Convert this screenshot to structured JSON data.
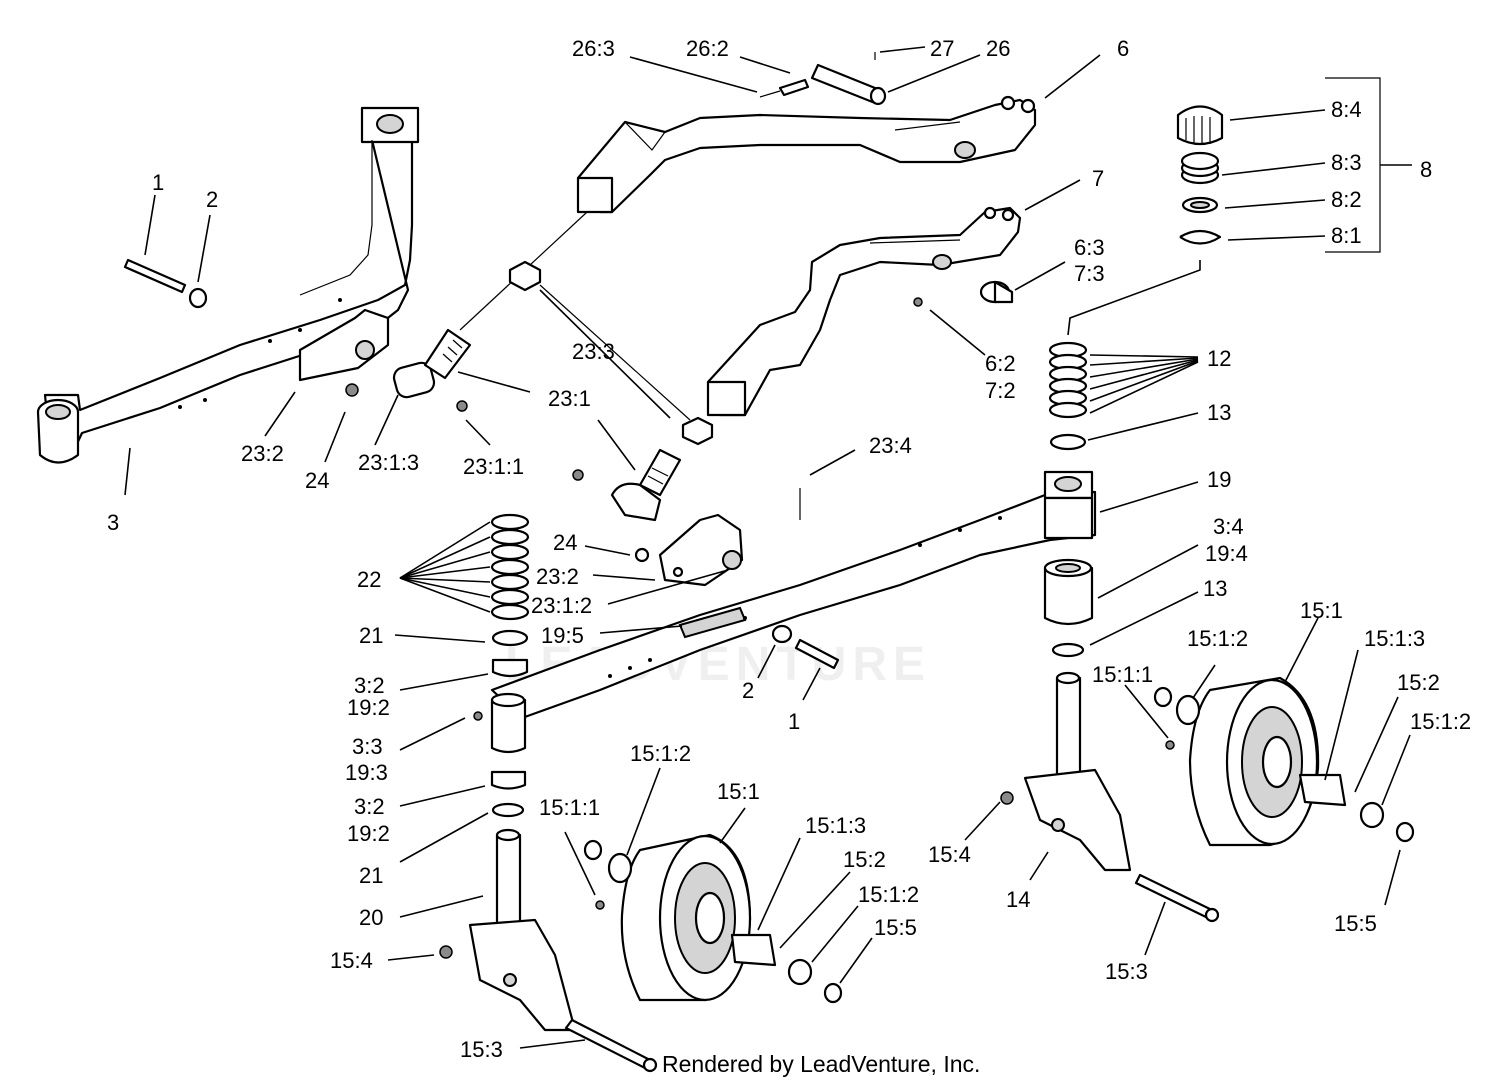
{
  "watermark": "LEADVENTURE",
  "credit": "Rendered by LeadVenture, Inc.",
  "labels": {
    "l_26_3": "26:3",
    "l_26_2": "26:2",
    "l_27": "27",
    "l_26": "26",
    "l_6": "6",
    "l_8_4": "8:4",
    "l_8_3": "8:3",
    "l_8": "8",
    "l_8_2": "8:2",
    "l_8_1": "8:1",
    "l_7": "7",
    "l_1a": "1",
    "l_2a": "2",
    "l_6_3": "6:3",
    "l_7_3": "7:3",
    "l_23_3": "23:3",
    "l_6_2": "6:2",
    "l_7_2": "7:2",
    "l_12": "12",
    "l_23_1": "23:1",
    "l_13a": "13",
    "l_23_2a": "23:2",
    "l_24a": "24",
    "l_23_1_3": "23:1:3",
    "l_23_1_1": "23:1:1",
    "l_23_4": "23:4",
    "l_3": "3",
    "l_19": "19",
    "l_24b": "24",
    "l_3_4": "3:4",
    "l_19_4": "19:4",
    "l_22": "22",
    "l_23_2b": "23:2",
    "l_13b": "13",
    "l_23_1_2": "23:1:2",
    "l_15_1a": "15:1",
    "l_21a": "21",
    "l_19_5": "19:5",
    "l_15_1_2a": "15:1:2",
    "l_15_1_3a": "15:1:3",
    "l_15_1_1a": "15:1:1",
    "l_3_2a": "3:2",
    "l_2b": "2",
    "l_15_2a": "15:2",
    "l_19_2a": "19:2",
    "l_1b": "1",
    "l_15_1_2b": "15:1:2",
    "l_3_3": "3:3",
    "l_19_3": "19:3",
    "l_15_1_2c": "15:1:2",
    "l_15_1b": "15:1",
    "l_3_2b": "3:2",
    "l_15_1_1b": "15:1:1",
    "l_15_1_3b": "15:1:3",
    "l_19_2b": "19:2",
    "l_15_2b": "15:2",
    "l_15_4a": "15:4",
    "l_21b": "21",
    "l_15_1_2d": "15:1:2",
    "l_14": "14",
    "l_15_5a": "15:5",
    "l_20": "20",
    "l_15_4b": "15:4",
    "l_15_5b": "15:5",
    "l_15_3a": "15:3",
    "l_15_3b": "15:3"
  }
}
